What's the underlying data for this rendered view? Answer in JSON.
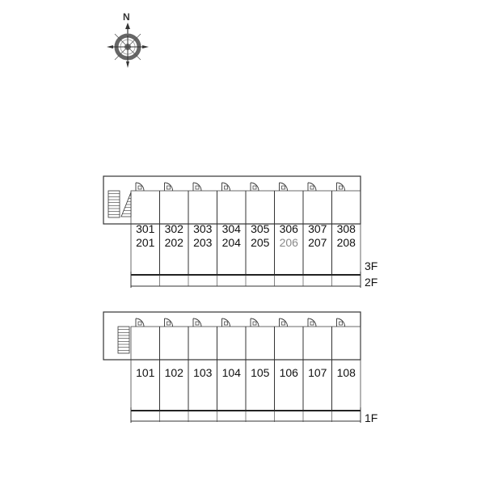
{
  "compass": {
    "north_label": "N",
    "icon": "compass-rose-icon"
  },
  "upper_block": {
    "units_top": [
      "301",
      "302",
      "303",
      "304",
      "305",
      "306",
      "307",
      "308"
    ],
    "units_bottom": [
      "201",
      "202",
      "203",
      "204",
      "205",
      "206",
      "207",
      "208"
    ],
    "highlighted_unit": "206",
    "floor_labels": [
      "3F",
      "2F"
    ]
  },
  "lower_block": {
    "units": [
      "101",
      "102",
      "103",
      "104",
      "105",
      "106",
      "107",
      "108"
    ],
    "floor_labels": [
      "1F"
    ]
  },
  "colors": {
    "line": "#333333",
    "text": "#111111",
    "muted_text": "#888888"
  }
}
